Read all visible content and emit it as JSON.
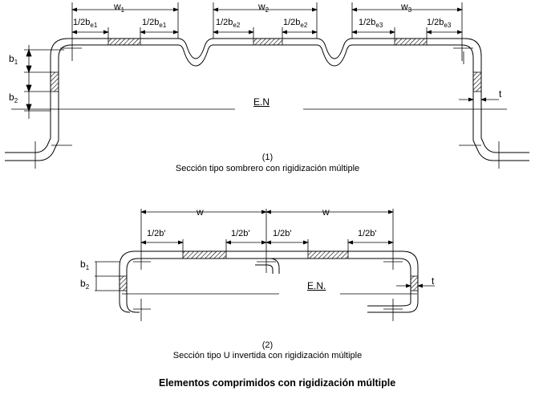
{
  "diagram1": {
    "w1": {
      "base": "w",
      "sub": "1"
    },
    "w2": {
      "base": "w",
      "sub": "2"
    },
    "w3": {
      "base": "w",
      "sub": "3"
    },
    "be1a": {
      "base": "1/2b",
      "sub": "e1"
    },
    "be1b": {
      "base": "1/2b",
      "sub": "e1"
    },
    "be2a": {
      "base": "1/2b",
      "sub": "e2"
    },
    "be2b": {
      "base": "1/2b",
      "sub": "e2"
    },
    "be3a": {
      "base": "1/2b",
      "sub": "e3"
    },
    "be3b": {
      "base": "1/2b",
      "sub": "e3"
    },
    "b1": {
      "base": "b",
      "sub": "1"
    },
    "b2": {
      "base": "b",
      "sub": "2"
    },
    "neutral_axis": "E.N",
    "thickness": "t",
    "number": "(1)",
    "caption": "Sección tipo sombrero con rigidización múltiple"
  },
  "diagram2": {
    "w_left": "w",
    "w_right": "w",
    "bp1": "1/2b'",
    "bp2": "1/2b'",
    "bp3": "1/2b'",
    "bp4": "1/2b'",
    "b1": {
      "base": "b",
      "sub": "1"
    },
    "b2": {
      "base": "b",
      "sub": "2"
    },
    "neutral_axis": "E.N.",
    "thickness": "t",
    "number": "(2)",
    "caption": "Sección tipo U invertida con rigidización múltiple"
  },
  "figure_title": "Elementos comprimidos con rigidización múltiple"
}
